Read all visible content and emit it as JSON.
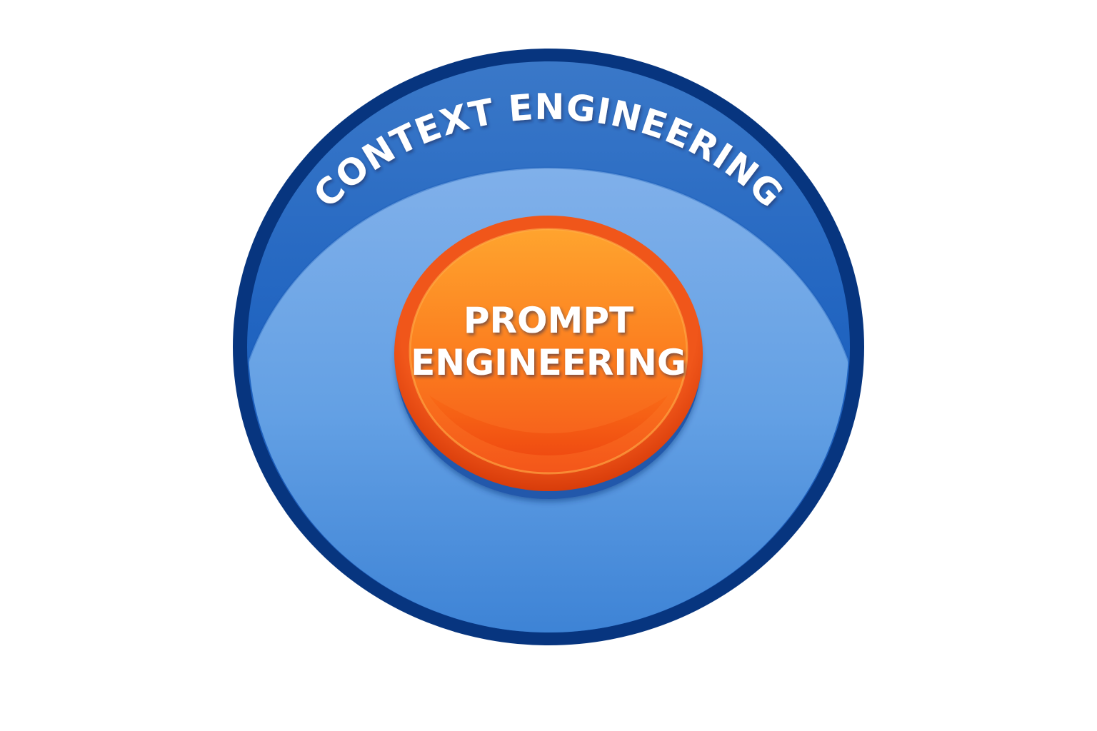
{
  "outer_circle": {
    "label": "CONTEXT ENGINEERING",
    "colors": {
      "rim": "#0a3a86",
      "band": "#2a6cc4",
      "inner_light": "#78aae8",
      "inner_dark": "#3a82d6"
    }
  },
  "inner_circle": {
    "label_line1": "PROMPT",
    "label_line2": "ENGINEERING",
    "colors": {
      "rim": "#e2410c",
      "face_top": "#ffa12b",
      "face_bottom": "#f25413",
      "shadow": "#2a5fb0"
    }
  }
}
